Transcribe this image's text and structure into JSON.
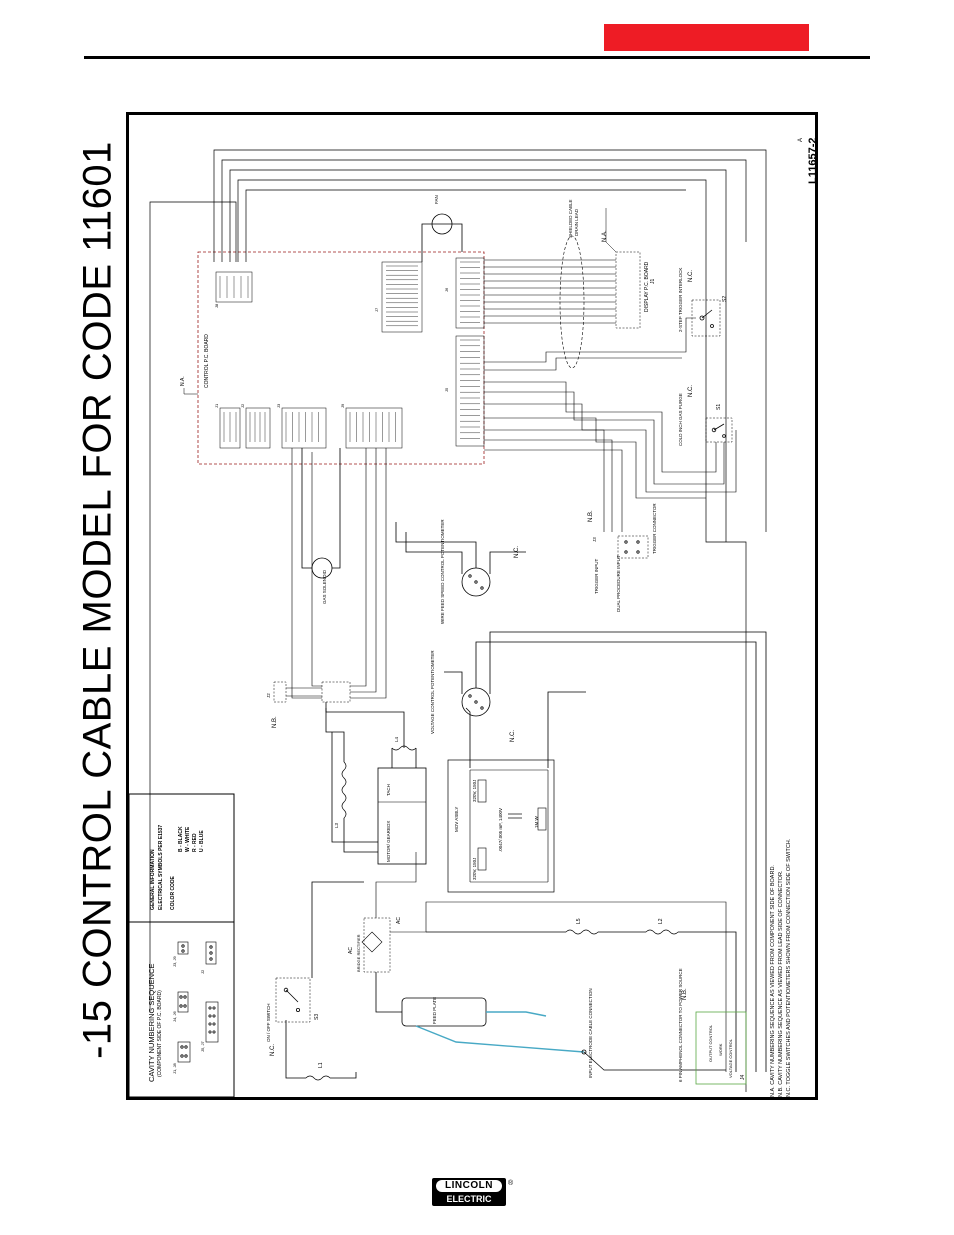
{
  "page": {
    "title": "-15 CONTROL CABLE MODEL FOR CODE 11601",
    "brand_top": "LINCOLN",
    "brand_bottom": "ELECTRIC",
    "brand_reg": "®",
    "red_bar_color": "#ee1c25"
  },
  "diagram": {
    "drawing_number": "L11657-2",
    "revision": "A",
    "general_info": {
      "heading": "GENERAL INFORMATION",
      "symbols": "ELECTRICAL SYMBOLS PER E1537",
      "color_code_heading": "COLOR CODE",
      "color_codes": [
        "B - BLACK",
        "W - WHITE",
        "R - RED",
        "U - BLUE"
      ]
    },
    "cavity": {
      "heading": "CAVITY NUMBERING SEQUENCE",
      "sub": "(COMPONENT SIDE OF P.C. BOARD)",
      "labels": [
        "J3, J9",
        "J4, J6",
        "J1, J8",
        "J2",
        "J5, J7"
      ]
    },
    "notes": [
      "N.A. CAVITY NUMBERING SEQUENCE AS VIEWED FROM COMPONENT SIDE OF BOARD.",
      "N.B. CAVITY NUMBERING SEQUENCE AS VIEWED FROM LEAD SIDE OF CONNECTOR.",
      "N.C. TOGGLE SWITCHES AND POTENTIOMETERS SHOWN FROM CONNECTION SIDE OF SWITCH."
    ],
    "labels": {
      "control_board": "CONTROL P.C. BOARD",
      "display_board": "DISPLAY P.C. BOARD",
      "fan": "FAN",
      "shielded": "SHIELDED CABLE",
      "drain": "DRAIN LEAD",
      "trigger_interlock": "2-STEP TRIGGER INTERLOCK",
      "cold_inch": "COLD INCH GAS PURGE",
      "trigger_connector": "TRIGGER CONNECTOR",
      "trigger_input": "TRIGGER INPUT",
      "dual_procedure": "DUAL PROCEDURE INPUT",
      "wire_feed_pot": "WIRE FEED SPEED CONTROL POTENTIOMETER",
      "voltage_pot": "VOLTAGE CONTROL POTENTIOMETER",
      "gas_solenoid": "GAS SOLENOID",
      "motor": "MOTOR/ GEARBOX",
      "tach": "TACH",
      "mov": "MOV ASBLY",
      "mov1": "320V, 150J",
      "mov2": "320V, 150J",
      "cap": ".0047/.005 mF, 1400V",
      "res": "1M W",
      "onoff": "ON / OFF SWITCH",
      "bridge": "BRIDGE RECTIFIER",
      "feed_plate": "FEED PLATE",
      "input_electrode": "INPUT ELECTRODE CABLE CONNECTION",
      "amphenol": "6 PIN AMPHENOL CONNECTOR TO POWER SOURCE",
      "output_control": "OUTPUT CONTROL",
      "voltage_control": "VOLTAGE CONTROL",
      "work": "WORK",
      "na": "N.A.",
      "nb": "N.B.",
      "nc": "N.C.",
      "j1": "J1",
      "j2": "J2",
      "j3": "J3",
      "j4": "J4",
      "j5": "J5",
      "j6": "J6",
      "j7": "J7",
      "j8": "J8",
      "j9": "J9",
      "s1": "S1",
      "s2": "S2",
      "s3": "S3",
      "l1": "L1",
      "l2": "L2",
      "l3": "L3",
      "l4": "L4",
      "l5": "L5",
      "ac": "AC"
    }
  }
}
